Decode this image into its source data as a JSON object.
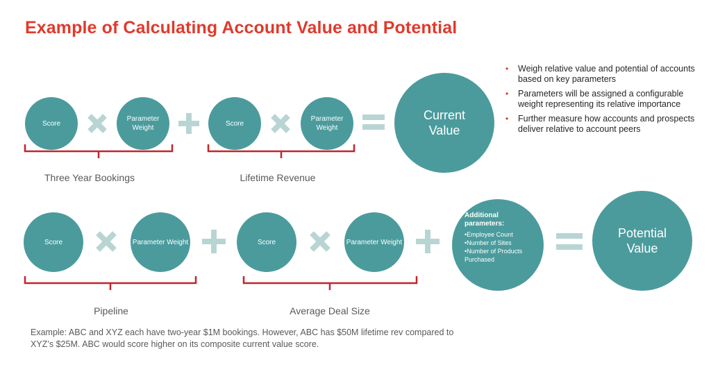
{
  "title": "Example of Calculating Account Value and Potential",
  "row1": {
    "groups": [
      {
        "label": "Three Year Bookings",
        "score": "Score",
        "weight": "Parameter Weight"
      },
      {
        "label": "Lifetime Revenue",
        "score": "Score",
        "weight": "Parameter Weight"
      }
    ],
    "result": "Current Value"
  },
  "row2": {
    "groups": [
      {
        "label": "Pipeline",
        "score": "Score",
        "weight": "Parameter Weight"
      },
      {
        "label": "Average Deal Size",
        "score": "Score",
        "weight": "Parameter Weight"
      }
    ],
    "additional": {
      "header": "Additional parameters:",
      "items": [
        "•Employee Count",
        "•Number of Sites",
        "•Number of Products Purchased"
      ]
    },
    "result": "Potential Value"
  },
  "bullets": [
    "Weigh relative value and potential of accounts based on key parameters",
    "Parameters will be assigned a configurable weight representing its relative importance",
    "Further measure how accounts and prospects deliver relative to account peers"
  ],
  "footnote": "Example:  ABC and XYZ each have two-year $1M bookings.  However, ABC has $50M lifetime rev compared to XYZ’s $25M.  ABC would score higher on its composite current value score.",
  "colors": {
    "title": "#e03a2c",
    "circle": "#4b9b9d",
    "operator": "#b8d5d4",
    "bracket": "#c0262c",
    "bullet": "#d9312a"
  },
  "icons": {
    "multiply": "multiply-icon",
    "plus": "plus-icon",
    "equals": "equals-icon"
  }
}
